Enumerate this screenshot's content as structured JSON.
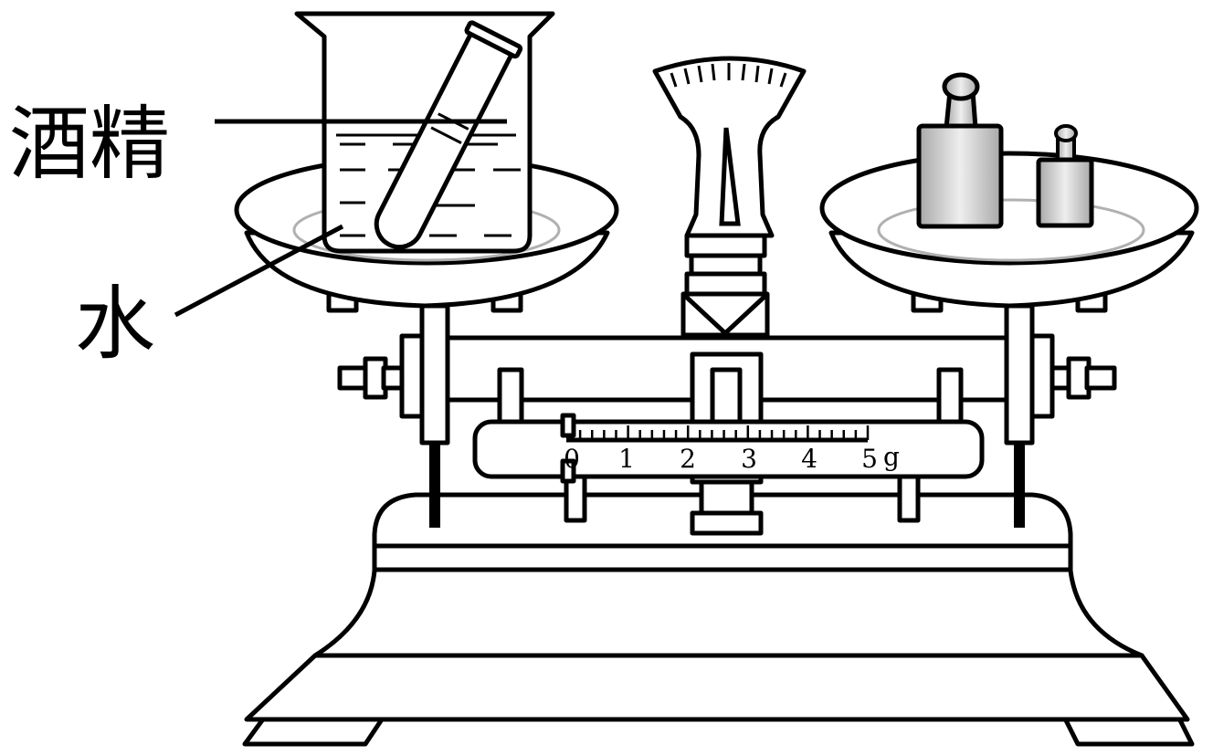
{
  "labels": {
    "alcohol": "酒精",
    "water": "水"
  },
  "ruler": {
    "ticks": [
      "0",
      "1",
      "2",
      "3",
      "4",
      "5"
    ],
    "unit": "g",
    "rider_position_g": 0
  },
  "colors": {
    "line": "#000000",
    "weight_fill": "#d0d0d0",
    "pan_inner": "#b0b0b0"
  }
}
